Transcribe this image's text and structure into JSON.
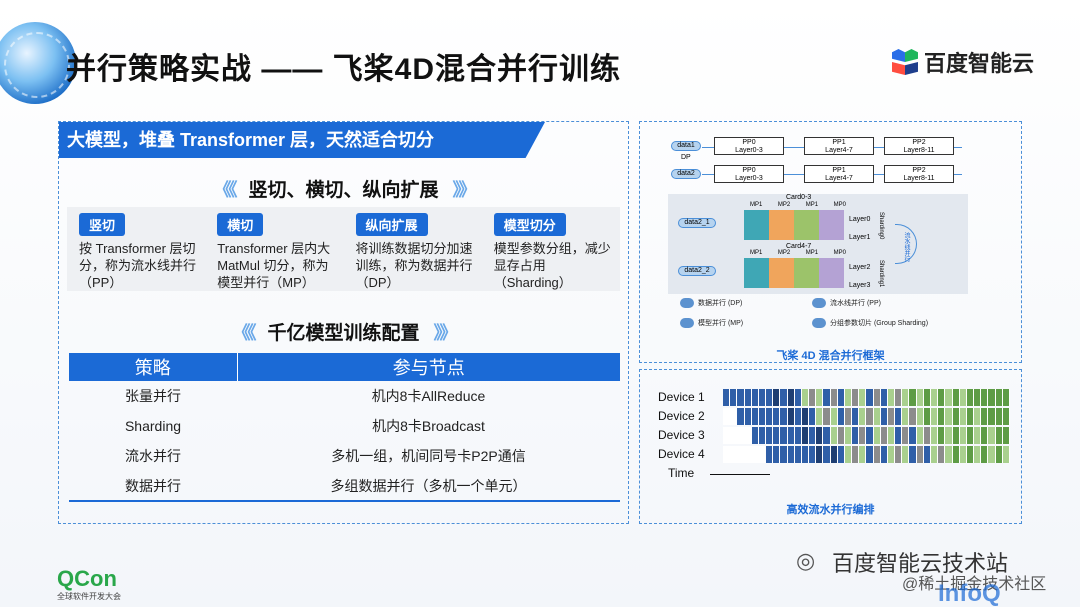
{
  "header": {
    "title": "并行策略实战 —— 飞桨4D混合并行训练",
    "brand": "百度智能云",
    "brand_colors": [
      "#2a6ee8",
      "#1fb65c",
      "#ff4d40",
      "#1e3e8c"
    ]
  },
  "left": {
    "banner": "大模型，堆叠 Transformer 层，天然适合切分",
    "section1": "竖切、横切、纵向扩展",
    "cards": [
      {
        "tag": "竖切",
        "desc": "按 Transformer 层切分，称为流水线并行（PP）"
      },
      {
        "tag": "横切",
        "desc": "Transformer 层内大 MatMul 切分，称为模型并行（MP）"
      },
      {
        "tag": "纵向扩展",
        "desc": "将训练数据切分加速训练，称为数据并行（DP）"
      },
      {
        "tag": "模型切分",
        "desc": "模型参数分组，减少显存占用（Sharding）"
      }
    ],
    "section2": "千亿模型训练配置",
    "table": {
      "headers": [
        "策略",
        "参与节点"
      ],
      "rows": [
        [
          "张量并行",
          "机内8卡AllReduce"
        ],
        [
          "Sharding",
          "机内8卡Broadcast"
        ],
        [
          "流水并行",
          "多机一组，机间同号卡P2P通信"
        ],
        [
          "数据并行",
          "多组数据并行（多机一个单元）"
        ]
      ]
    }
  },
  "framework": {
    "caption": "飞桨 4D 混合并行框架",
    "data_top": [
      "data1",
      "data2"
    ],
    "dp_label": "DP",
    "pp_boxes": [
      [
        "PP0",
        "Layer0-3"
      ],
      [
        "PP1",
        "Layer4-7"
      ],
      [
        "PP2",
        "Layer8-11"
      ],
      [
        "PP0",
        "Layer0-3"
      ],
      [
        "PP1",
        "Layer4-7"
      ],
      [
        "PP2",
        "Layer8-11"
      ]
    ],
    "cards": [
      "Card0-3",
      "Card4-7"
    ],
    "mp_labels": [
      "MP1",
      "MP2",
      "MP1",
      "MP0"
    ],
    "data_mid": [
      "data2_1",
      "data2_2"
    ],
    "layers": [
      "Layer0",
      "Layer1",
      "Layer2",
      "Layer3"
    ],
    "sharding_labels": [
      "Sharding0",
      "Sharding1"
    ],
    "pp_vertical": "流水线并行",
    "legends": [
      "数据并行 (DP)",
      "流水线并行 (PP)",
      "模型并行 (MP)",
      "分组参数切片 (Group Sharding)"
    ]
  },
  "pipeline": {
    "caption": "高效流水并行编排",
    "devices": [
      "Device 1",
      "Device 2",
      "Device 3",
      "Device 4"
    ],
    "time_label": "Time",
    "colors": {
      "forward": "#2f5fa8",
      "light": "#a9d08e",
      "green": "#5e9c45",
      "gray": "#8c8c8c",
      "dark": "#1f3f73"
    }
  },
  "footer": {
    "qcon": "QCon",
    "qcon_sub": "全球软件开发大会",
    "watermark": "百度智能云技术站",
    "watermark2": "@稀土掘金技术社区",
    "infoq": "InfoQ"
  }
}
